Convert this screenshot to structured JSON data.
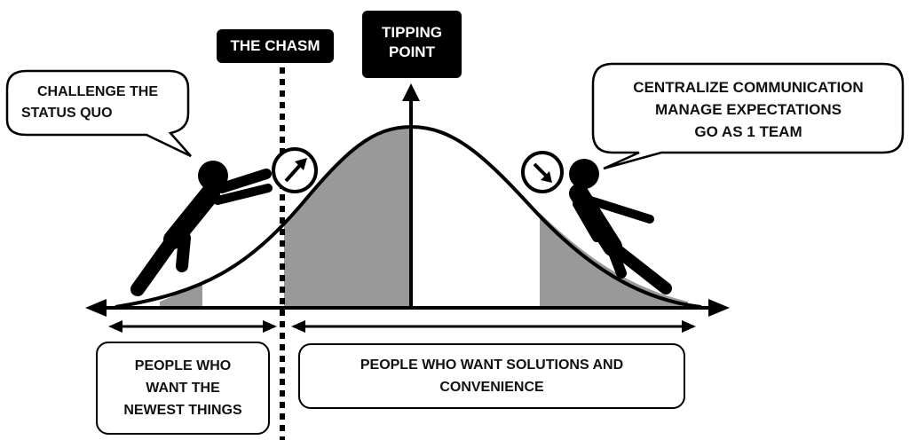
{
  "labels": {
    "chasm": "THE CHASM",
    "tipping_line1": "TIPPING",
    "tipping_line2": "POINT",
    "callout_left_line1": "CHALLENGE THE",
    "callout_left_line2": "STATUS QUO",
    "callout_right_line1": "CENTRALIZE COMMUNICATION",
    "callout_right_line2": "MANAGE EXPECTATIONS",
    "callout_right_line3": "GO AS 1 TEAM",
    "box_left_line1": "PEOPLE WHO",
    "box_left_line2": "WANT THE",
    "box_left_line3": "NEWEST THINGS",
    "box_right_line1": "PEOPLE WHO WANT SOLUTIONS AND",
    "box_right_line2": "CONVENIENCE"
  },
  "colors": {
    "ink": "#000000",
    "shade": "#999999",
    "background": "#ffffff"
  },
  "icons": [
    "person-pushing-icon",
    "person-leaning-icon",
    "gauge-arrow-icon"
  ]
}
